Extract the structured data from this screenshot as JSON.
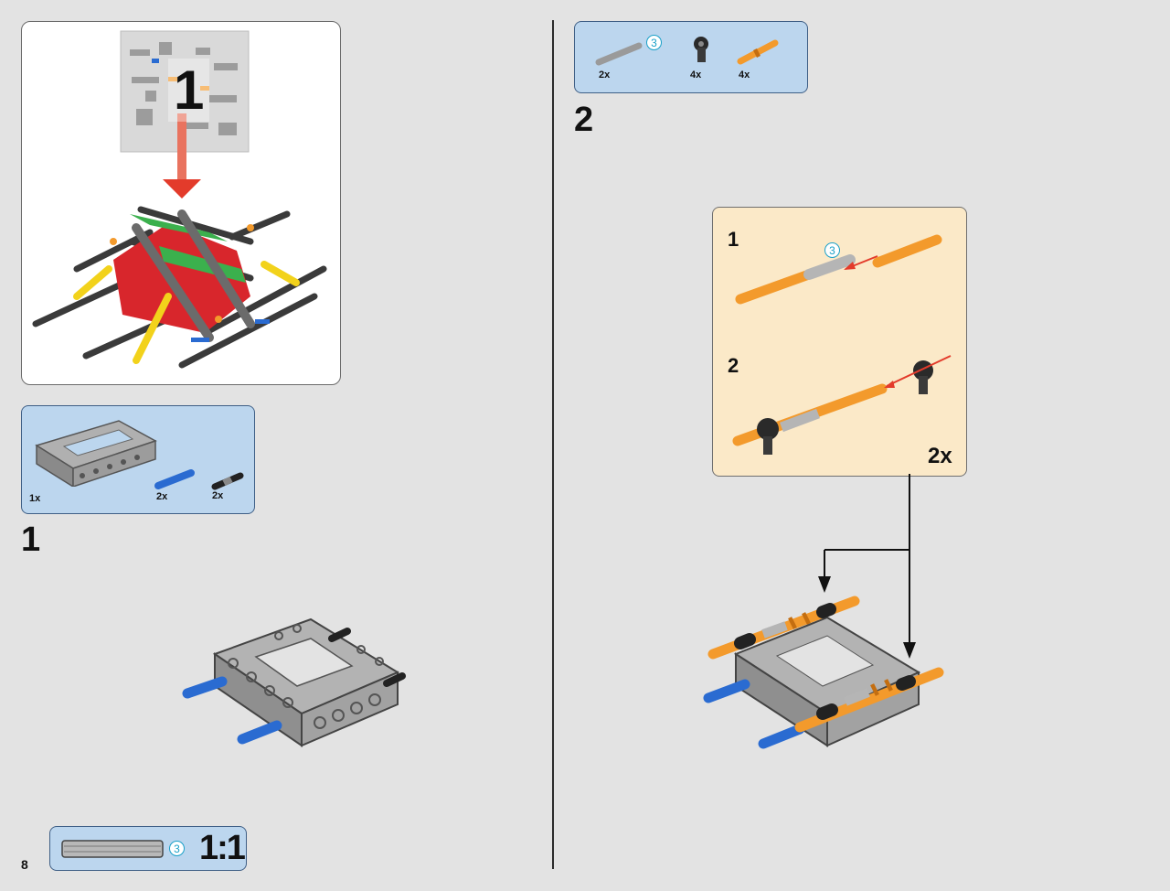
{
  "page_number": "8",
  "top_left_panel": {
    "bag_number": "1"
  },
  "step1": {
    "number": "1",
    "parts": [
      {
        "icon": "frame-5x7-icon",
        "qty": "1x"
      },
      {
        "icon": "blue-axle-pin-icon",
        "qty": "2x"
      },
      {
        "icon": "black-pin-icon",
        "qty": "2x"
      }
    ]
  },
  "step2": {
    "number": "2",
    "parts": [
      {
        "icon": "axle-3-icon",
        "qty": "2x",
        "length": "3"
      },
      {
        "icon": "pin-connector-icon",
        "qty": "4x"
      },
      {
        "icon": "orange-pin-icon",
        "qty": "4x"
      }
    ],
    "subassembly": {
      "sub1": {
        "number": "1",
        "length": "3"
      },
      "sub2": {
        "number": "2"
      },
      "multiplier": "2x"
    }
  },
  "scale_box": {
    "length": "3",
    "scale": "1:1"
  },
  "colors": {
    "background": "#e3e3e3",
    "parts_panel": "#bcd6ee",
    "subassembly_panel": "#fbe9c8",
    "arrow_red": "#e33b2b",
    "technic_orange": "#f39a2c",
    "technic_blue": "#2a6bd1"
  }
}
